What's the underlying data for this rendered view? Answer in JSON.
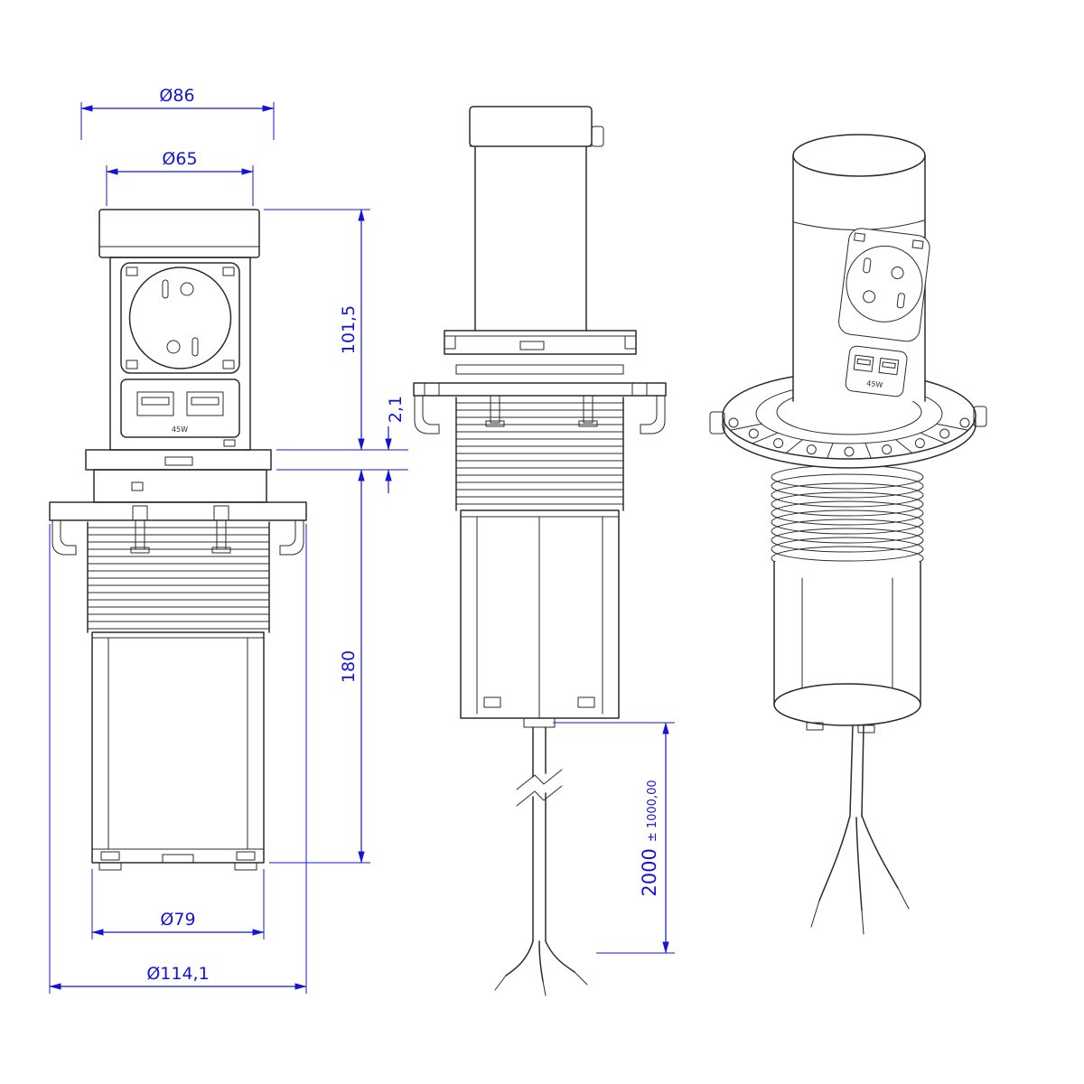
{
  "drawing": {
    "type": "technical-dimension-drawing",
    "subject": "pop-up countertop power socket with USB charger, three orthographic/isometric views",
    "colors": {
      "line": "#2b2b2b",
      "dimension": "#1414d8",
      "background": "#ffffff"
    }
  },
  "views": {
    "front": {
      "name": "front-view-retracted",
      "dims": {
        "housing_diameter": "Ø86",
        "socket_diameter": "Ø65",
        "height_above_counter": "101,5",
        "plate_thickness": "2,1",
        "installation_depth": "180",
        "body_diameter": "Ø79",
        "flange_diameter": "Ø114,1"
      },
      "labels": {
        "usb_power": "45W"
      }
    },
    "side": {
      "name": "side-view-extended",
      "dims": {
        "cable_length": "2000",
        "cable_tolerance": "± 1000,00"
      }
    },
    "iso": {
      "name": "isometric-view",
      "labels": {
        "usb_power": "45W"
      }
    }
  }
}
